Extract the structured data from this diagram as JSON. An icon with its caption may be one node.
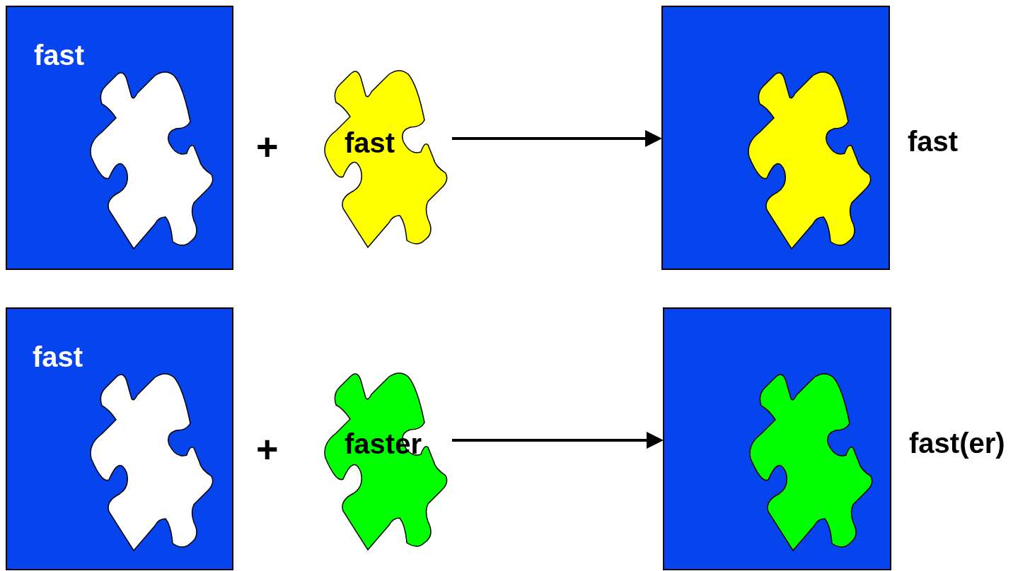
{
  "diagram": {
    "nodes": [
      {
        "text": [
          "fast"
        ]
      },
      {
        "text": [],
        "shape": "piece",
        "in": 0
      },
      {
        "text": [
          "fast"
        ]
      },
      {
        "text": [],
        "shape": "box",
        "beside": [
          "fast"
        ]
      },
      {
        "text": [],
        "shape": "piece",
        "in": 3
      },
      {
        "text": [
          "fast"
        ]
      },
      {
        "text": [],
        "shape": "piece",
        "in": 5
      },
      {
        "text": [
          "faster"
        ]
      },
      {
        "text": [],
        "shape": "box",
        "beside": [
          "fast(er)"
        ]
      },
      {
        "text": [],
        "shape": "piece",
        "in": 8
      }
    ],
    "edges": [
      {
        "from": 2,
        "to": 3,
        "arrow": "to"
      },
      {
        "from": 7,
        "to": 8,
        "arrow": "to"
      }
    ],
    "labels": [
      "+",
      "+"
    ]
  }
}
